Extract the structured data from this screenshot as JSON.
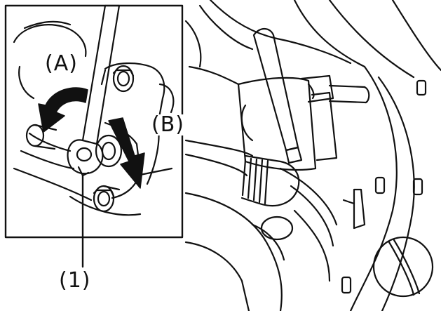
{
  "labels": {
    "a": "(A)",
    "b": "(B)",
    "one": "(1)"
  },
  "colors": {
    "ink": "#111111",
    "paper": "#ffffff"
  },
  "icons": [
    "wrench-icon",
    "rotation-arrow-icon",
    "down-arrow-icon",
    "bolt-icon",
    "hose-icon"
  ]
}
